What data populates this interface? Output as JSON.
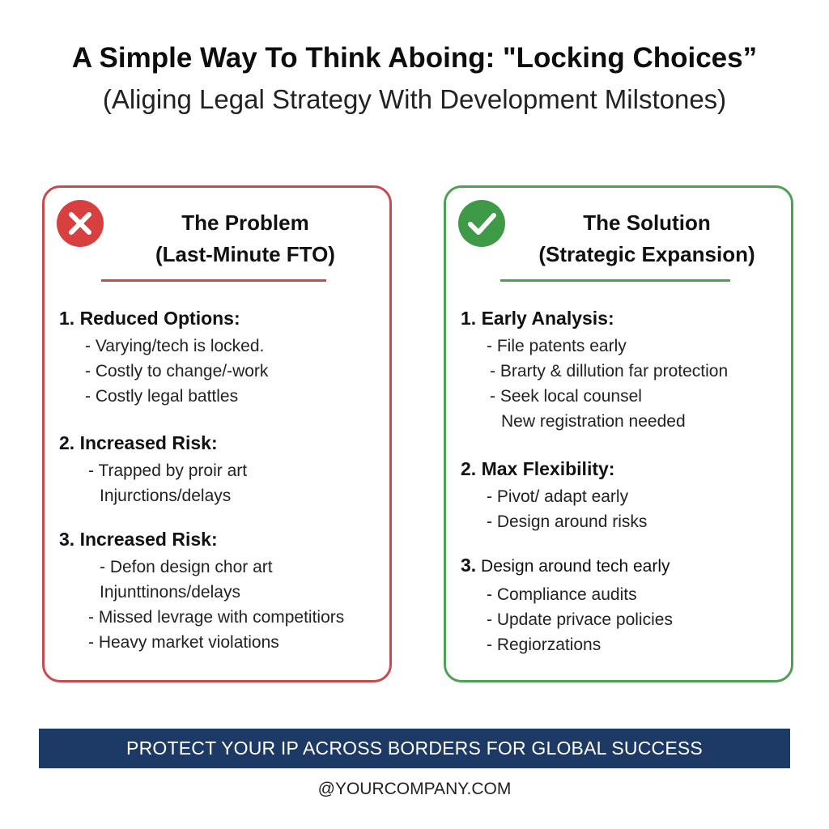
{
  "header": {
    "title": "A Simple Way To Think Aboing: \"Locking Choices”",
    "subtitle": "(Aliging Legal Strategy With Development Milstones)"
  },
  "problem": {
    "icon": "x-circle-icon",
    "accent": "#c94a4a",
    "heading_line1": "The Problem",
    "heading_line2": "(Last-Minute FTO)",
    "sections": [
      {
        "heading": "1. Reduced Options:",
        "items": [
          "- Varying/tech is locked.",
          "- Costly to change/-work",
          "- Costly legal battles"
        ]
      },
      {
        "heading": "2. Increased Risk:",
        "items": [
          "- Trapped by proir art",
          "Injurctions/delays"
        ]
      },
      {
        "heading": "3. Increased Risk:",
        "items": [
          "- Defon design chor art",
          "Injunttinons/delays",
          "- Missed levrage with competitiors",
          "- Heavy market violations"
        ]
      }
    ]
  },
  "solution": {
    "icon": "check-circle-icon",
    "accent": "#4f9f55",
    "heading_line1": "The Solution",
    "heading_line2": "(Strategic Expansion)",
    "sections": [
      {
        "heading": "1. Early Analysis:",
        "items": [
          "- File patents early",
          "- Brarty & dillution far protection",
          "- Seek local counsel",
          "New registration needed"
        ]
      },
      {
        "heading": "2. Max Flexibility:",
        "items": [
          "- Pivot/ adapt early",
          "- Design around risks"
        ]
      },
      {
        "heading_num": "3.",
        "heading_text": "Design around tech early",
        "items": [
          "- Compliance audits",
          "- Update privace policies",
          "- Regiorzations"
        ]
      }
    ]
  },
  "banner": {
    "text": "PROTECT YOUR IP ACROSS BORDERS FOR GLOBAL SUCCESS",
    "color": "#1d3a66"
  },
  "footer": {
    "text": "@YOURCOMPANY.COM"
  }
}
